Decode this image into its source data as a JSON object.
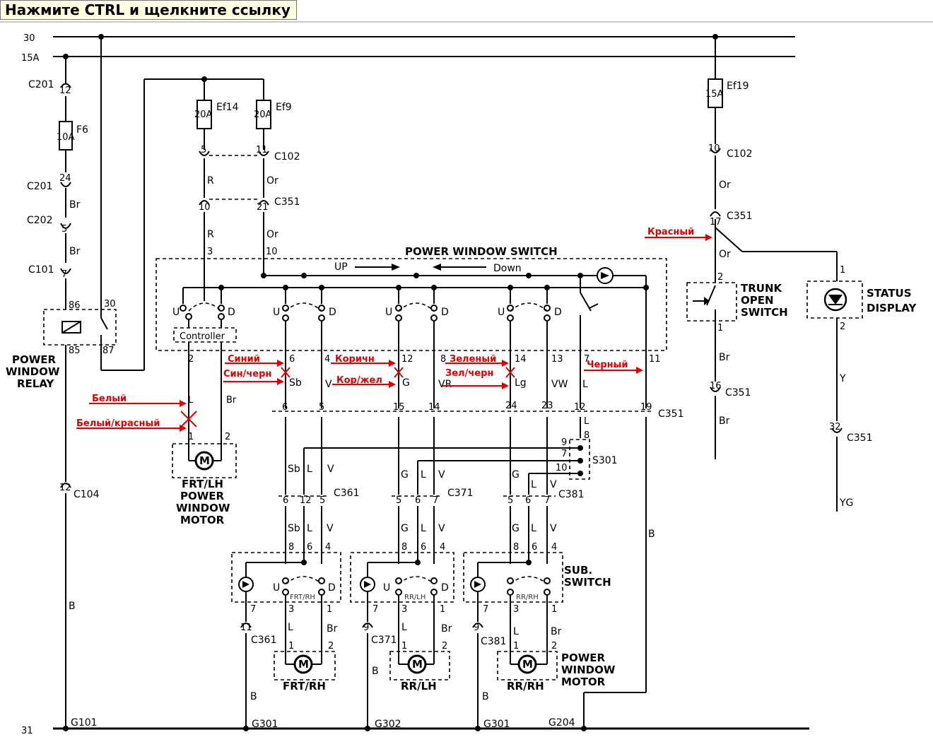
{
  "tooltip": "Нажмите CTRL и щелкните ссылку",
  "rails": {
    "r30": "30",
    "r15a": "15A",
    "r31": "31"
  },
  "connectors": {
    "c201": "C201",
    "c202": "C202",
    "c101": "C101",
    "c102": "C102",
    "c351": "C351",
    "c104": "C104",
    "c361": "C361",
    "c371": "C371",
    "c381": "C381",
    "s301": "S301"
  },
  "fuses": {
    "f6": "F6",
    "f6_rating": "10A",
    "ef14": "Ef14",
    "ef14_rating": "20A",
    "ef9": "Ef9",
    "ef9_rating": "20A",
    "ef19": "Ef19",
    "ef19_rating": "15A"
  },
  "components": {
    "relay": [
      "POWER",
      "WINDOW",
      "RELAY"
    ],
    "pws_title": "POWER WINDOW SWITCH",
    "up": "UP",
    "down": "Down",
    "controller": "Controller",
    "frt_lh_motor": [
      "FRT/LH",
      "POWER",
      "WINDOW",
      "MOTOR"
    ],
    "trunk": [
      "TRUNK",
      "OPEN",
      "SWITCH"
    ],
    "status": [
      "STATUS",
      "DISPLAY"
    ],
    "sub_switch": [
      "SUB.",
      "SWITCH"
    ],
    "pwm": [
      "POWER",
      "WINDOW",
      "MOTOR"
    ],
    "frt_rh": "FRT/RH",
    "rr_lh": "RR/LH",
    "rr_rh": "RR/RH",
    "sub_tags": [
      "FRT/RH",
      "RR/LH",
      "RR/RH"
    ],
    "motor_symbol": "M",
    "u": "U",
    "d": "D"
  },
  "grounds": {
    "g101": "G101",
    "g301a": "G301",
    "g302": "G302",
    "g301b": "G301",
    "g204": "G204"
  },
  "wires": {
    "br": "Br",
    "r": "R",
    "or": "Or",
    "sb": "Sb",
    "v": "V",
    "g": "G",
    "vr": "VR",
    "lg": "Lg",
    "vw": "VW",
    "l": "L",
    "b": "B",
    "y": "Y",
    "yg": "YG"
  },
  "annotations": {
    "krasny": "Красный",
    "siniy": "Синий",
    "sin_chern": "Син/черн",
    "korichn": "Коричн",
    "kor_zhel": "Кор/жел",
    "zeleniy": "Зеленый",
    "zel_chern": "Зел/черн",
    "cherniy": "Черный",
    "beliy": "Белый",
    "beliy_krasniy": "Белый/красный"
  }
}
